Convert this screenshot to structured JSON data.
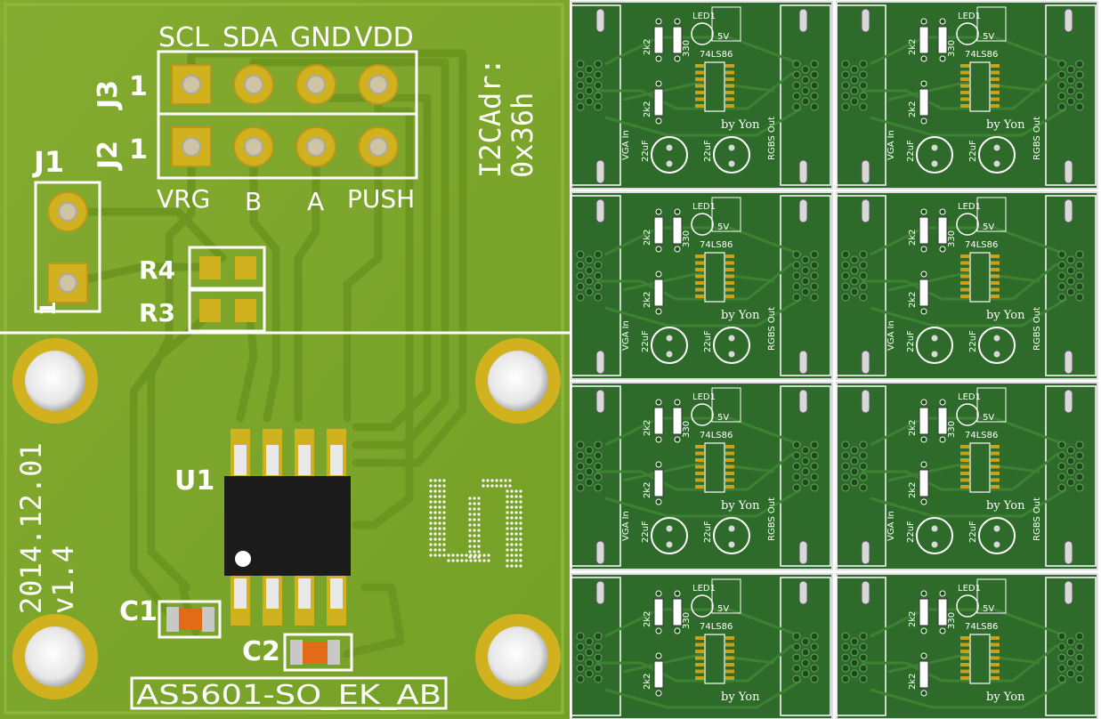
{
  "left_board": {
    "header_labels": [
      "SCL",
      "SDA",
      "GND",
      "VDD"
    ],
    "j3_label": "J3",
    "j3_pin1": "1",
    "j2_label": "J2",
    "j2_pin1": "1",
    "j1_label": "J1",
    "j2_bottom_labels": [
      "VRG",
      "B",
      "A",
      "PUSH"
    ],
    "i2c_line1": "I2CAdr:",
    "i2c_line2": "0x36h",
    "r4_label": "R4",
    "r3_label": "R3",
    "j1_pin1": "1",
    "u1_label": "U1",
    "date_label": "2014.12.01",
    "version_label": "v1.4",
    "c1_label": "C1",
    "c2_label": "C2",
    "board_name": "AS5601-SO_EK_AB",
    "colors": {
      "board_green": "#7fa62c",
      "copper_trace": "#6f9a22",
      "pad_gold": "#d2b11e",
      "silkscreen": "#ffffff"
    }
  },
  "panel_board": {
    "led_label": "LED1",
    "r_label_a": "2k2",
    "r_label_b": "330",
    "r_label_c": "2k2",
    "ic_label": "74LS86",
    "v_label": "5V",
    "author_label": "by Yon",
    "vga_label": "VGA In",
    "cap_label_a": "22uF",
    "cap_label_b": "22uF",
    "rgbs_label": "RGBS Out",
    "colors": {
      "board_green": "#2e6b2a",
      "pad_gold": "#c9a21c"
    }
  }
}
